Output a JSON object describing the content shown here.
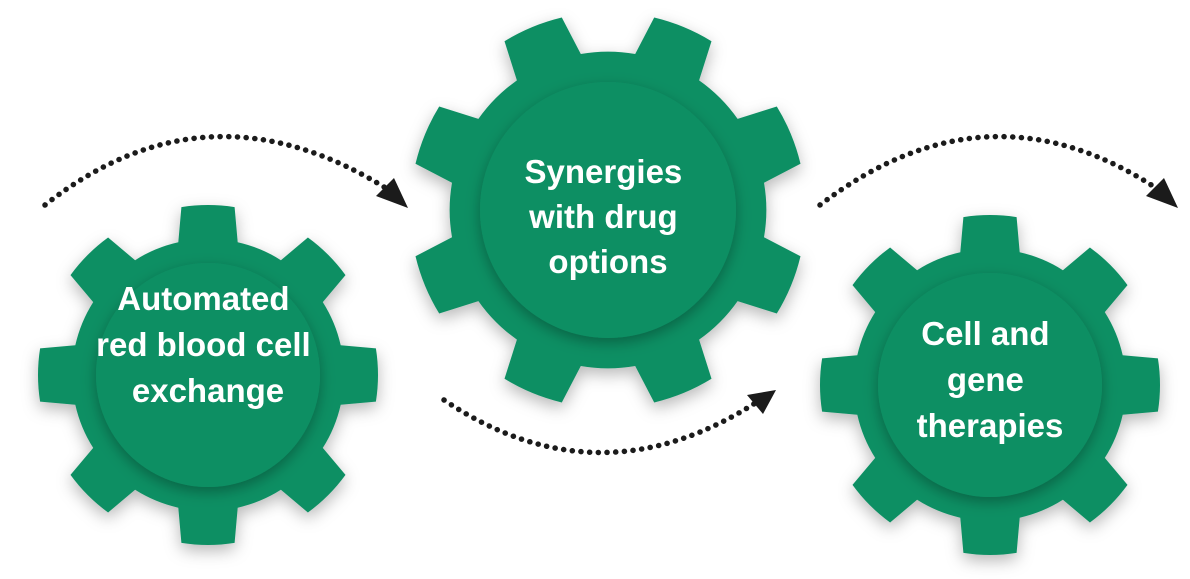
{
  "diagram": {
    "gear_color": "#0f8f64",
    "arrow_color": "#1b1b1b",
    "gears": [
      {
        "id": "automated-rbc-exchange",
        "lines": [
          "Automated",
          "red blood cell",
          "exchange"
        ]
      },
      {
        "id": "synergies-drug-options",
        "lines": [
          "Synergies",
          "with drug",
          "options"
        ]
      },
      {
        "id": "cell-gene-therapies",
        "lines": [
          "Cell and",
          "gene",
          "therapies"
        ]
      }
    ],
    "arrows": [
      {
        "from": "automated-rbc-exchange",
        "to": "synergies-drug-options",
        "style": "dotted"
      },
      {
        "from": "synergies-drug-options",
        "to": "cell-gene-therapies",
        "style": "dotted"
      },
      {
        "from": "cell-gene-therapies",
        "to": "off-page",
        "style": "dotted"
      }
    ]
  }
}
